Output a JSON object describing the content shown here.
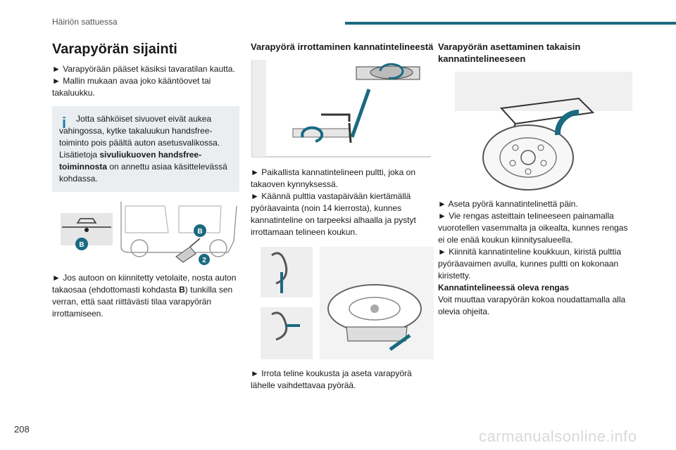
{
  "header": {
    "section": "Häiriön sattuessa",
    "accent_color": "#1a6a80"
  },
  "col1": {
    "title": "Varapyörän sijainti",
    "p1": "► Varapyörään pääset käsiksi tavaratilan kautta.",
    "p2": "► Mallin mukaan avaa joko kääntöovet tai takaluukku.",
    "note_pre": "Jotta sähköiset sivuovet eivät aukea vahingossa, kytke takaluukun handsfree-toiminto pois päältä auton asetusvalikossa.",
    "note_link_pre": "Lisätietoja ",
    "note_bold": "sivuliukuoven handsfree-toiminnosta",
    "note_post": " on annettu asiaa käsittelevässä kohdassa.",
    "fig_label_b": "B",
    "fig_label_b2": "B",
    "fig_label_2": "2",
    "p3_pre": "► Jos autoon on kiinnitetty vetolaite, nosta auton takaosaa (ehdottomasti kohdasta ",
    "p3_bold": "B",
    "p3_post": ") tunkilla sen verran, että saat riittävästi tilaa varapyörän irrottamiseen."
  },
  "col2": {
    "title": "Varapyörä irrottaminen kannatintelineestä",
    "p1": "► Paikallista kannatintelineen pultti, joka on takaoven kynnyksessä.",
    "p2": "► Käännä pulttia vastapäivään kiertämällä pyöräavainta (noin 14 kierrosta), kunnes kannatinteline on tarpeeksi alhaalla ja pystyt irrottamaan telineen koukun.",
    "p3": "► Irrota teline koukusta ja aseta varapyörä lähelle vaihdettavaa pyörää."
  },
  "col3": {
    "title": "Varapyörän asettaminen takaisin kannatintelineeseen",
    "p1": "► Aseta pyörä kannatintelinettä päin.",
    "p2": "► Vie rengas asteittain telineeseen painamalla vuorotellen vasemmalta ja oikealta, kunnes rengas ei ole enää koukun kiinnitysalueella.",
    "p3": "► Kiinnitä kannatinteline koukkuun, kiristä pulttia pyöräavaimen avulla, kunnes pultti on kokonaan kiristetty.",
    "h3": "Kannatintelineessä oleva rengas",
    "p4": "Voit muuttaa varapyörän kokoa noudattamalla alla olevia ohjeita."
  },
  "footer": {
    "page": "208",
    "watermark": "carmanualsonline.info"
  }
}
